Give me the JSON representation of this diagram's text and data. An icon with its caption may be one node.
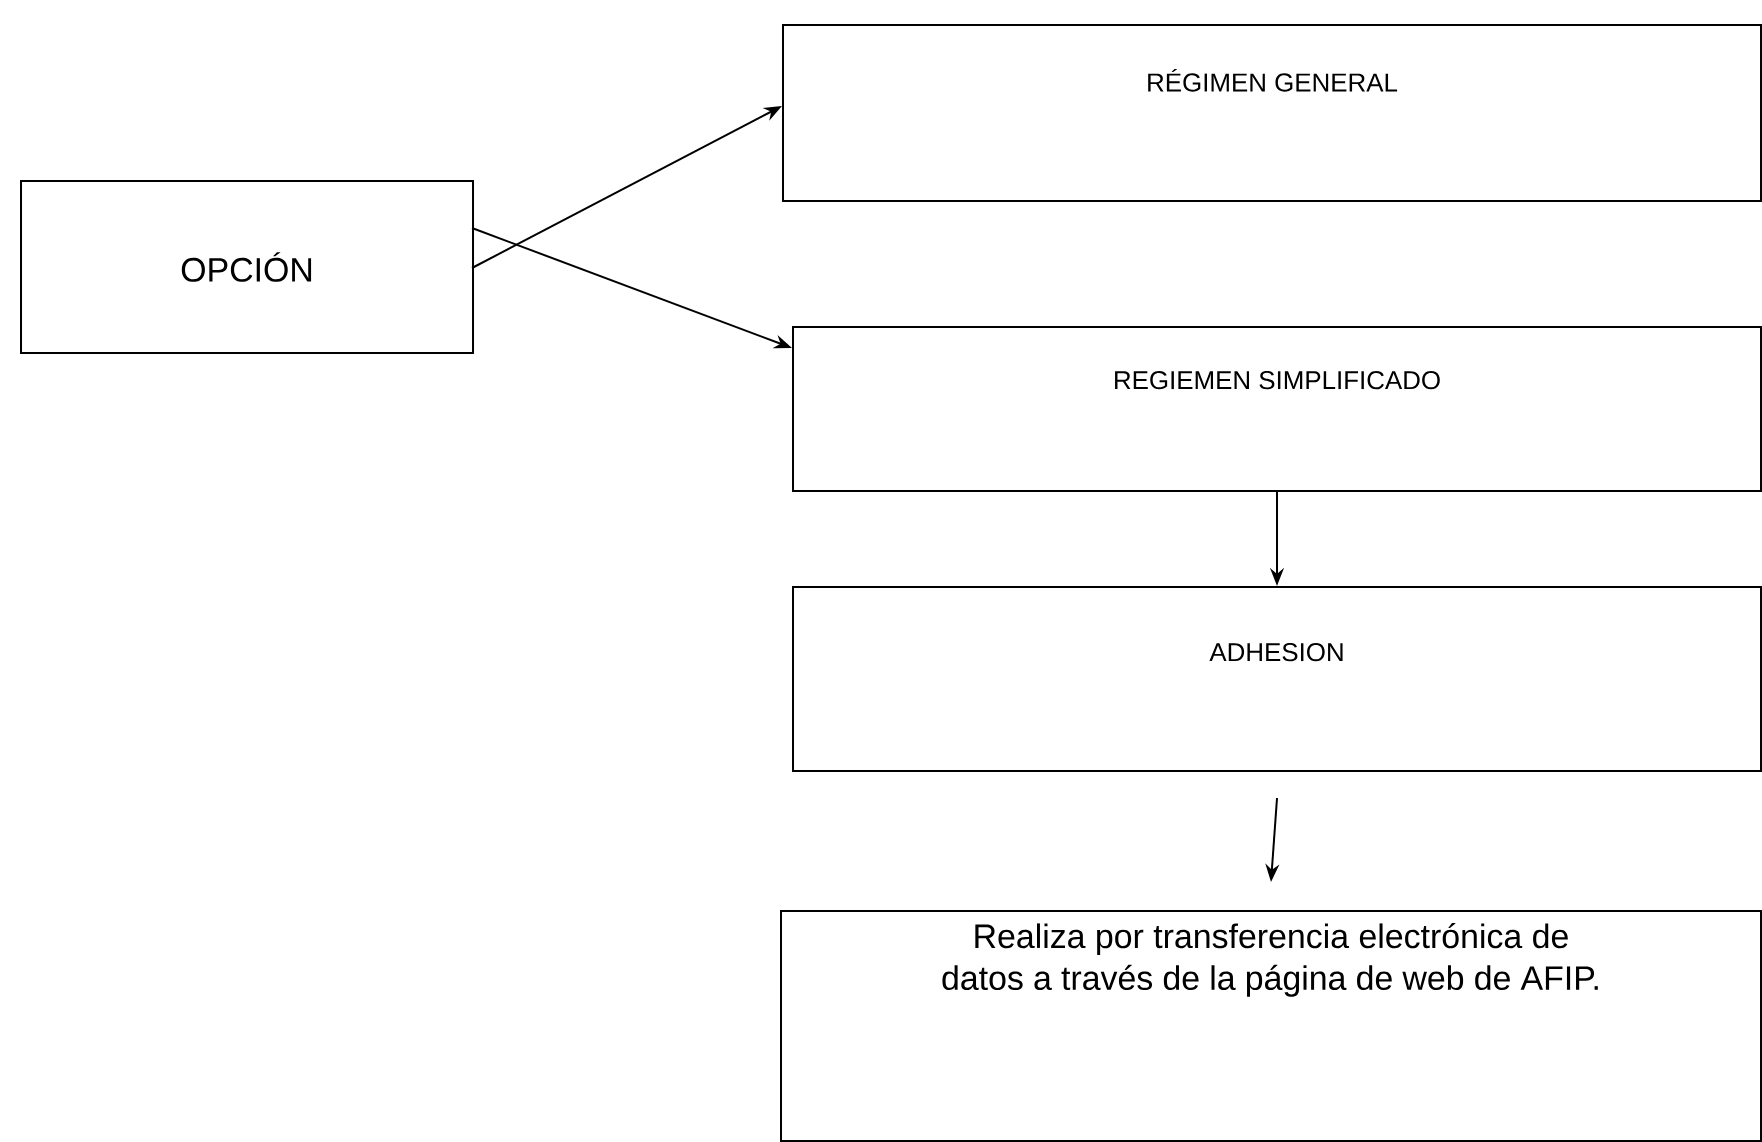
{
  "diagram": {
    "nodes": [
      {
        "text": [
          "OPCIÓN"
        ]
      },
      {
        "text": [
          "RÉGIMEN GENERAL"
        ]
      },
      {
        "text": [
          "REGIEMEN SIMPLIFICADO"
        ]
      },
      {
        "text": [
          "ADHESION"
        ]
      },
      {
        "text": [
          "Realiza por transferencia electrónica de datos a través de la página de web de  AFIP."
        ]
      }
    ],
    "edges": [
      {
        "from": 0,
        "to": 1,
        "arrow": "to"
      },
      {
        "from": 0,
        "to": 2,
        "arrow": "to"
      },
      {
        "from": 2,
        "to": 3,
        "arrow": "to"
      },
      {
        "from": 3,
        "to": 4,
        "arrow": "to"
      }
    ]
  }
}
